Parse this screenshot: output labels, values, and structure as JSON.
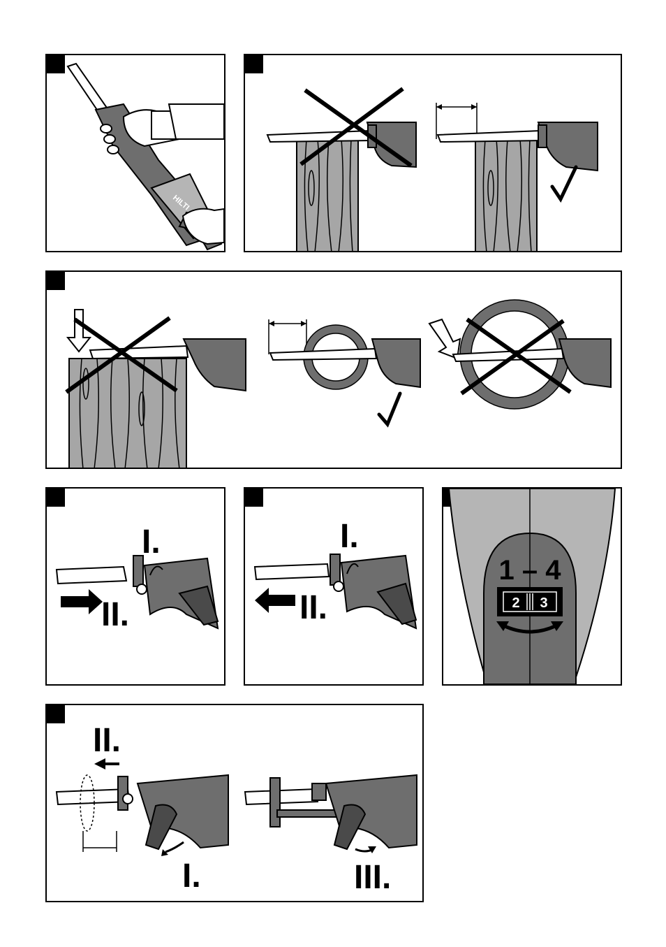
{
  "figures": [
    {
      "id": "fig1"
    },
    {
      "id": "fig2"
    },
    {
      "id": "fig3"
    },
    {
      "id": "fig4",
      "labels": {
        "step1": "I.",
        "step2": "II."
      }
    },
    {
      "id": "fig5",
      "labels": {
        "step1": "I.",
        "step2": "II."
      }
    },
    {
      "id": "fig6",
      "labels": {
        "range": "1 – 4",
        "dial_left": "2",
        "dial_right": "3"
      }
    },
    {
      "id": "fig7",
      "labels": {
        "step1": "I.",
        "step2": "II.",
        "step3": "III."
      }
    }
  ],
  "brand_text": "HILTI",
  "colors": {
    "tool_dark": "#6e6e6e",
    "tool_light": "#b5b5b5",
    "wood": "#a6a6a6",
    "outline": "#000000"
  }
}
